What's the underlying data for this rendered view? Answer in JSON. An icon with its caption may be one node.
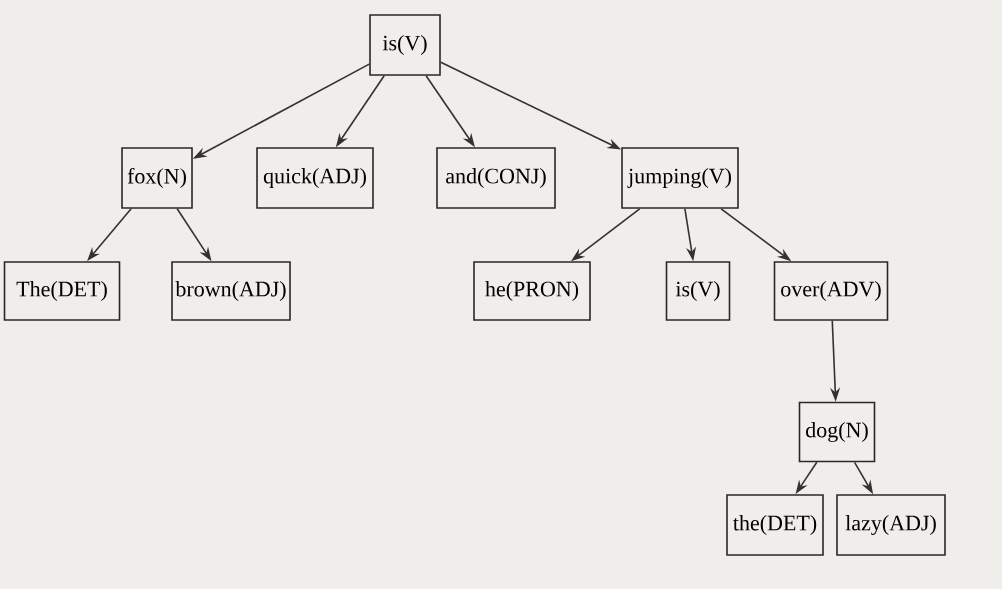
{
  "diagram": {
    "nodes": [
      {
        "text": [
          "is(V)"
        ]
      },
      {
        "text": [
          "fox(N)"
        ]
      },
      {
        "text": [
          "quick(ADJ)"
        ]
      },
      {
        "text": [
          "and(CONJ)"
        ]
      },
      {
        "text": [
          "jumping(V)"
        ]
      },
      {
        "text": [
          "The(DET)"
        ]
      },
      {
        "text": [
          "brown(ADJ)"
        ]
      },
      {
        "text": [
          "he(PRON)"
        ]
      },
      {
        "text": [
          "is(V)"
        ]
      },
      {
        "text": [
          "over(ADV)"
        ]
      },
      {
        "text": [
          "dog(N)"
        ]
      },
      {
        "text": [
          "the(DET)"
        ]
      },
      {
        "text": [
          "lazy(ADJ)"
        ]
      }
    ],
    "edges": [
      {
        "from": 0,
        "to": 1,
        "arrow": "to"
      },
      {
        "from": 0,
        "to": 2,
        "arrow": "to"
      },
      {
        "from": 0,
        "to": 3,
        "arrow": "to"
      },
      {
        "from": 0,
        "to": 4,
        "arrow": "to"
      },
      {
        "from": 1,
        "to": 5,
        "arrow": "to"
      },
      {
        "from": 1,
        "to": 6,
        "arrow": "to"
      },
      {
        "from": 4,
        "to": 7,
        "arrow": "to"
      },
      {
        "from": 4,
        "to": 8,
        "arrow": "to"
      },
      {
        "from": 4,
        "to": 9,
        "arrow": "to"
      },
      {
        "from": 9,
        "to": 10,
        "arrow": "to"
      },
      {
        "from": 10,
        "to": 11,
        "arrow": "to"
      },
      {
        "from": 10,
        "to": 12,
        "arrow": "to"
      }
    ]
  }
}
